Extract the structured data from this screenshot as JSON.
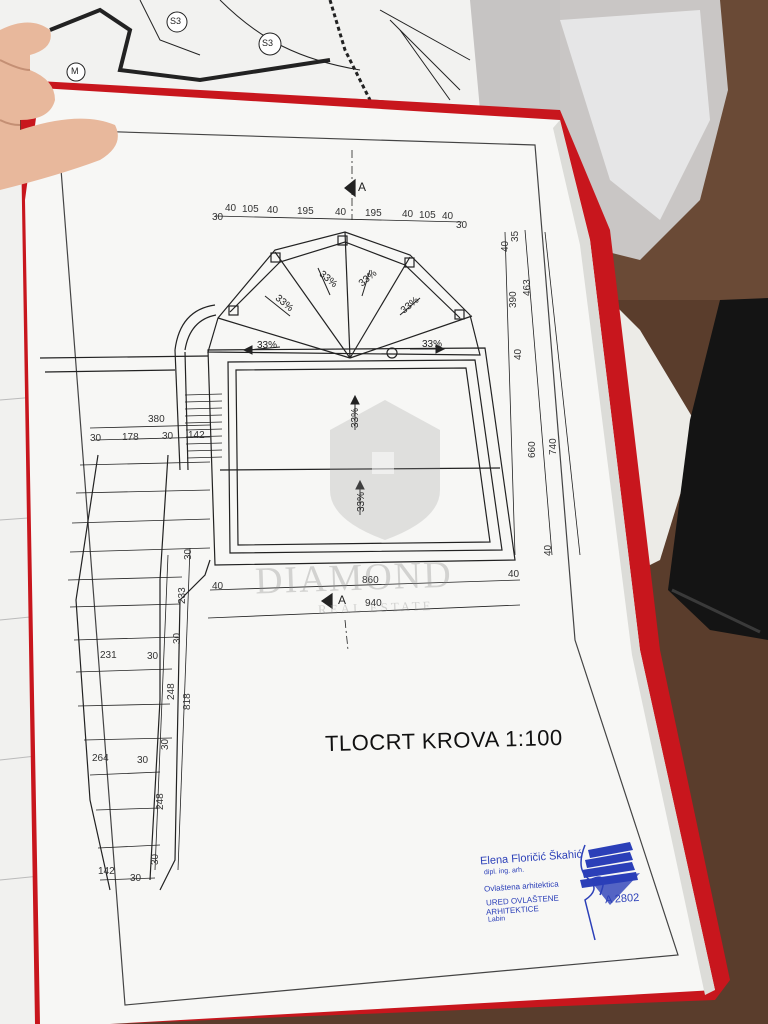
{
  "drawing": {
    "title": "TLOCRT KROVA 1:100",
    "section_marker": "A",
    "slope_label": "33%",
    "dimensions_top": [
      "30",
      "40",
      "105",
      "40",
      "195",
      "40",
      "195",
      "40",
      "105",
      "40",
      "30"
    ],
    "dimensions_right": [
      "40",
      "35",
      "463",
      "390",
      "40",
      "660",
      "740",
      "40"
    ],
    "dimensions_bottom": [
      "40",
      "860",
      "40",
      "940"
    ],
    "dimensions_left_top": [
      "380",
      "30",
      "178",
      "30",
      "142"
    ],
    "dimensions_left_side": [
      "30",
      "233",
      "30",
      "248",
      "818",
      "30",
      "248",
      "30"
    ],
    "dimensions_left_inner": [
      "231",
      "30",
      "264",
      "30",
      "142",
      "30"
    ]
  },
  "stamp": {
    "name": "Elena Floričić Škahić",
    "degree": "dipl. ing. arh.",
    "role": "Ovlaštena arhitektica",
    "office_line1": "URED OVLAŠTENE",
    "office_line2": "ARHITEKTICE",
    "city": "Labin",
    "license": "A 2802"
  },
  "watermark": {
    "brand": "DIAMOND",
    "tagline": "REAL ESTATE"
  },
  "background_map": {
    "labels": [
      "S3",
      "S3",
      "M"
    ]
  },
  "colors": {
    "folder_red": "#c8161d",
    "paper": "#f7f7f5",
    "desk": "#5a3d2c",
    "stamp_blue": "#2b3fb8",
    "line": "#2a2a2a"
  }
}
